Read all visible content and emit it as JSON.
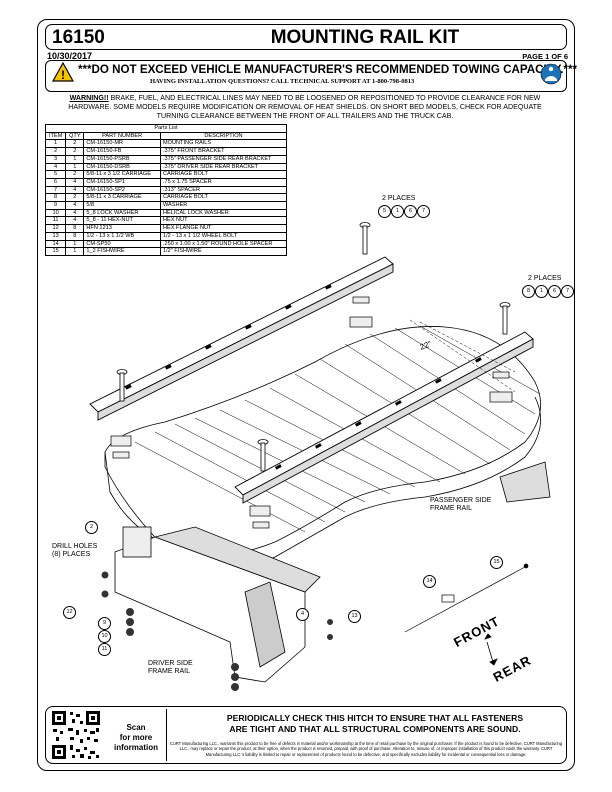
{
  "header": {
    "part_number": "16150",
    "title": "MOUNTING RAIL KIT",
    "date": "10/30/2017",
    "page": "PAGE 1 OF 6"
  },
  "warning": {
    "main": "***DO NOT EXCEED VEHICLE MANUFACTURER'S RECOMMENDED TOWING CAPACITY.***",
    "sub": "HAVING INSTALLATION QUESTIONS?  CALL TECHNICAL SUPPORT AT 1-800-798-0813",
    "label": "WARNING!!",
    "text": " BRAKE, FUEL, AND ELECTRICAL LINES MAY NEED TO BE LOOSENED OR REPOSITIONED TO PROVIDE CLEARANCE FOR NEW HARDWARE. SOME MODELS REQUIRE MODIFICATION OR REMOVAL OF HEAT SHIELDS. ON SHORT BED MODELS, CHECK FOR ADEQUATE TURNING CLEARANCE BETWEEN THE FRONT OF ALL TRAILERS AND THE TRUCK CAB."
  },
  "parts_list": {
    "caption": "Parts List",
    "headers": [
      "ITEM",
      "QTY",
      "PART NUMBER",
      "DESCRIPTION"
    ],
    "rows": [
      [
        "1",
        "2",
        "CM-16150-MR",
        "MOUNTING RAILS"
      ],
      [
        "2",
        "2",
        "CM-16150-FB",
        ".375\" FRONT BRACKET"
      ],
      [
        "3",
        "1",
        "CM-16150-PSRB",
        ".375\" PASSENGER SIDE REAR BRACKET"
      ],
      [
        "4",
        "1",
        "CM-16150-DSRB",
        ".375\" DRIVER SIDE REAR BRACKET"
      ],
      [
        "5",
        "2",
        "5/8-11 x 3 1/2 CARRIAGE",
        "CARRIAGE BOLT"
      ],
      [
        "6",
        "4",
        "CM-16150-SP1",
        ".75 x 1.75 SPACER"
      ],
      [
        "7",
        "4",
        "CM-16150-SP2",
        ".313\" SPACER"
      ],
      [
        "8",
        "2",
        "5/8-11 x 3 CARRIAGE",
        "CARRIAGE BOLT"
      ],
      [
        "9",
        "4",
        "5/8",
        "WASHER"
      ],
      [
        "10",
        "4",
        "5_8 LOCK WASHER",
        "HELICAL LOCK WASHER"
      ],
      [
        "11",
        "4",
        "5_8 - 11 HEX-NUT",
        "HEX NUT"
      ],
      [
        "12",
        "8",
        "HFN 1213",
        "HEX FLANGE NUT"
      ],
      [
        "13",
        "8",
        "1/2 - 13 x 1 1/2 WB",
        "1/2 - 13 x 1 1/2 WHEEL BOLT"
      ],
      [
        "14",
        "1",
        "CM-SP50",
        ".250 x 1.00 x 1.50\" ROUND HOLE SPACER"
      ],
      [
        "15",
        "1",
        "1_2 FISHWIRE",
        "1/2\" FISHWIRE"
      ]
    ]
  },
  "drawing": {
    "two_places_1": "2 PLACES",
    "two_places_2": "2 PLACES",
    "callouts_1": [
      "5",
      "1",
      "6",
      "7"
    ],
    "callouts_2": [
      "8",
      "1",
      "6",
      "7"
    ],
    "dimension": "22\"",
    "passenger_rail": "PASSENGER SIDE\nFRAME RAIL",
    "driver_rail": "DRIVER SIDE\nFRAME RAIL",
    "drill_holes": "DRILL HOLES\n(8) PLACES",
    "front": "FRONT",
    "rear": "REAR",
    "item_callouts": [
      "2",
      "12",
      "9",
      "10",
      "11",
      "4",
      "13",
      "14",
      "15"
    ]
  },
  "footer": {
    "scan": "Scan\nfor more\ninformation",
    "periodic": "PERIODICALLY CHECK THIS HITCH TO ENSURE THAT ALL FASTENERS\nARE TIGHT AND THAT ALL STRUCTURAL COMPONENTS ARE SOUND.",
    "legal": "CURT Manufacturing LLC., warrants this product to be free of defects in material and/or workmanship at the time of retail purchase by the original purchaser. If the product is found to be defective, CURT Manufacturing LLC., may replace or repair the product, at their option, when the product is returned, prepaid, with proof of purchase. Alteration to, misuse of, or improper installation of this product voids the warranty. CURT Manufacturing LLC.'s liability is limited to repair or replacement of products found to be defective, and specifically excludes liability for incidental or consequential loss or damage."
  }
}
